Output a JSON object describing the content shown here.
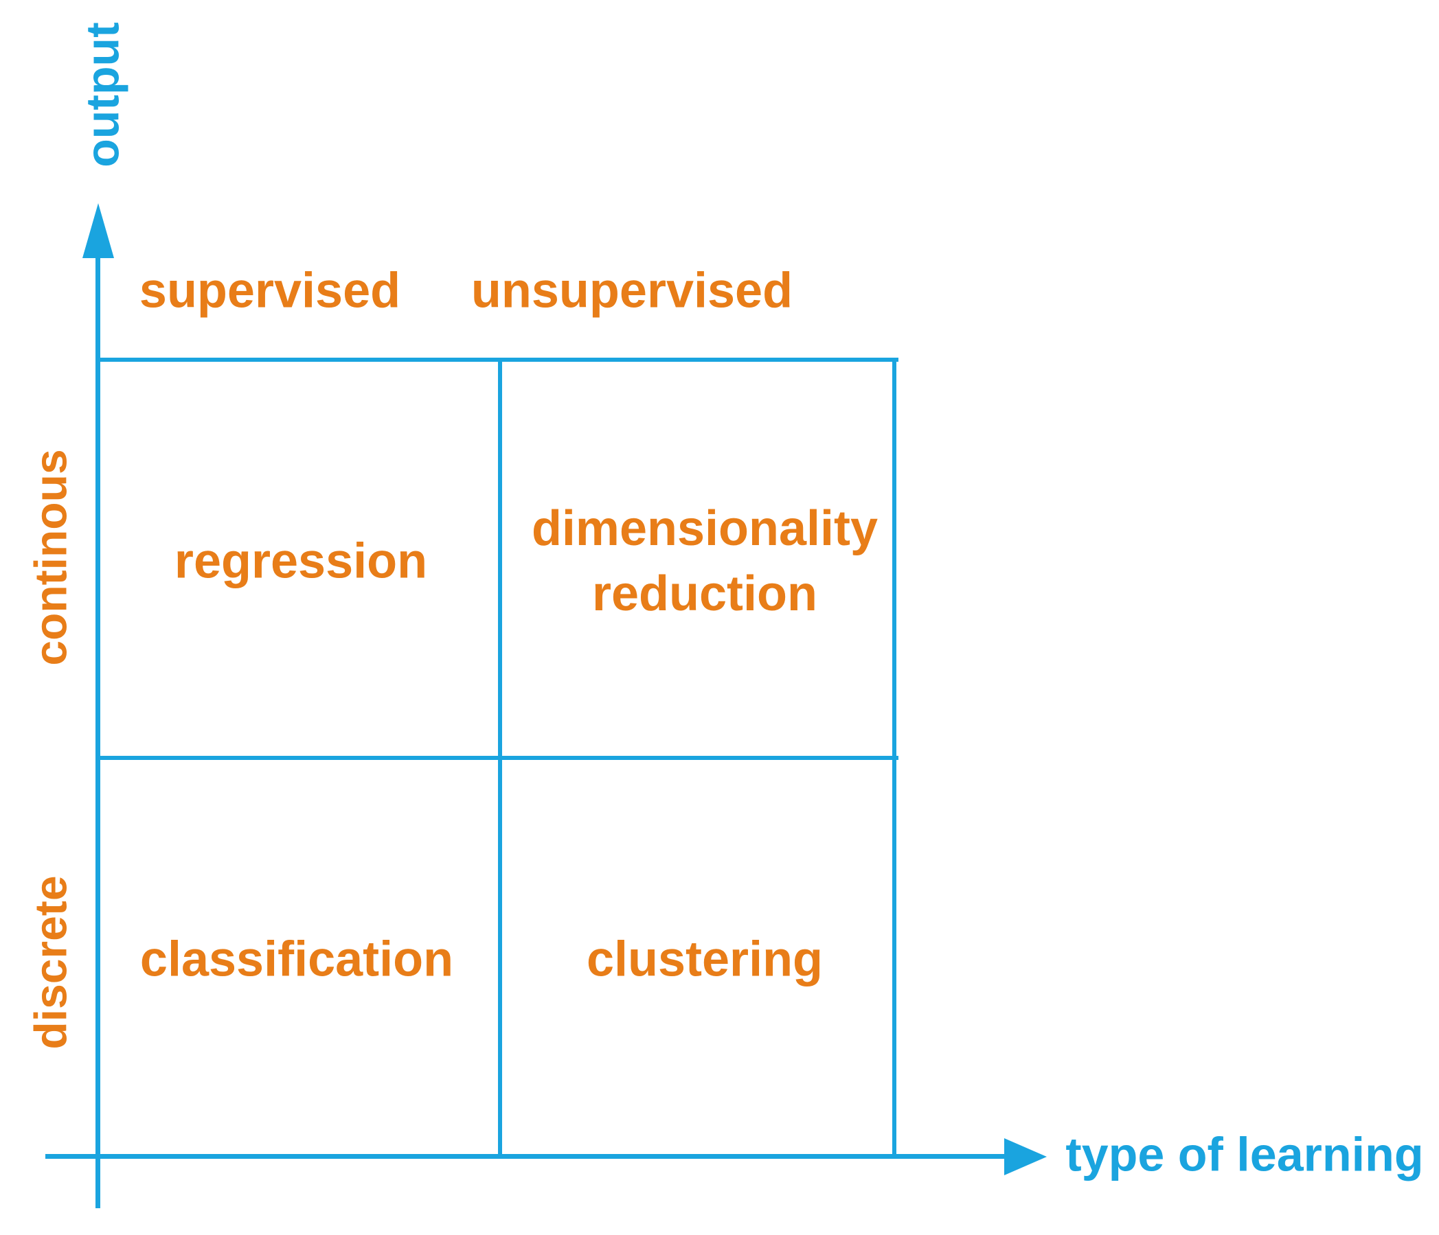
{
  "colors": {
    "axis_blue": "#1AA4DF",
    "label_orange": "#E87D18",
    "background": "#FFFFFF"
  },
  "axes": {
    "y_label": "output",
    "x_label": "type of learning"
  },
  "matrix": {
    "column_headers": [
      {
        "label": "supervised"
      },
      {
        "label": "unsupervised"
      }
    ],
    "row_labels": [
      {
        "label": "continous"
      },
      {
        "label": "discrete"
      }
    ],
    "cells": [
      {
        "row": "continous",
        "column": "supervised",
        "label": "regression"
      },
      {
        "row": "continous",
        "column": "unsupervised",
        "label": "dimensionality\nreduction"
      },
      {
        "row": "discrete",
        "column": "supervised",
        "label": "classification"
      },
      {
        "row": "discrete",
        "column": "unsupervised",
        "label": "clustering"
      }
    ]
  }
}
